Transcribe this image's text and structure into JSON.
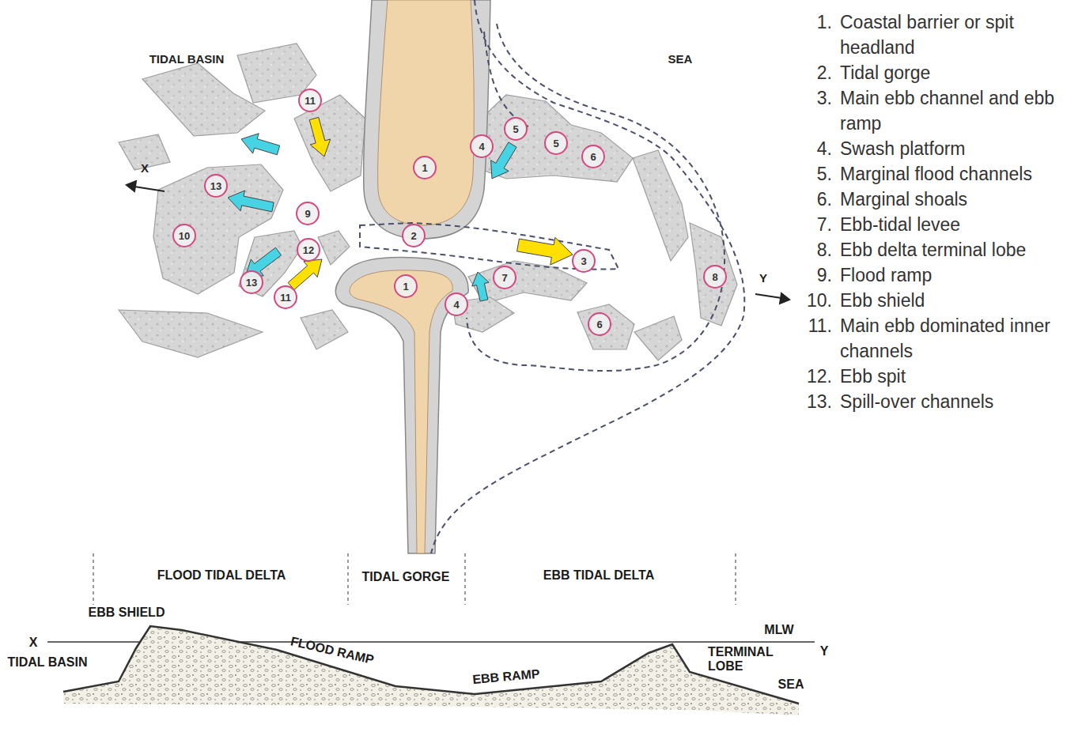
{
  "diagram": {
    "labels": [
      "TIDAL BASIN",
      "SEA",
      "X",
      "Y",
      "11",
      "1",
      "4",
      "5",
      "5",
      "6",
      "13",
      "9",
      "10",
      "12",
      "13",
      "11",
      "1",
      "2",
      "3",
      "4",
      "7",
      "6",
      "8",
      "FLOOD TIDAL DELTA",
      "TIDAL GORGE",
      "EBB TIDAL DELTA",
      "EBB SHIELD",
      "X",
      "TIDAL BASIN",
      "FLOOD RAMP",
      "EBB RAMP",
      "MLW",
      "Y",
      "TERMINAL LOBE",
      "SEA",
      "1.",
      "Coastal barrier or spit headland",
      "2.",
      "Tidal gorge",
      "3.",
      "Main ebb channel and ebb ramp",
      "4.",
      "Swash platform",
      "5.",
      "Marginal flood channels",
      "6.",
      "Marginal shoals",
      "7.",
      "Ebb-tidal levee",
      "8.",
      "Ebb delta terminal lobe",
      "9.",
      "Flood ramp",
      "10.",
      "Ebb shield",
      "11.",
      "Main ebb dominated inner channels",
      "12.",
      "Ebb spit",
      "13.",
      "Spill-over channels"
    ]
  }
}
